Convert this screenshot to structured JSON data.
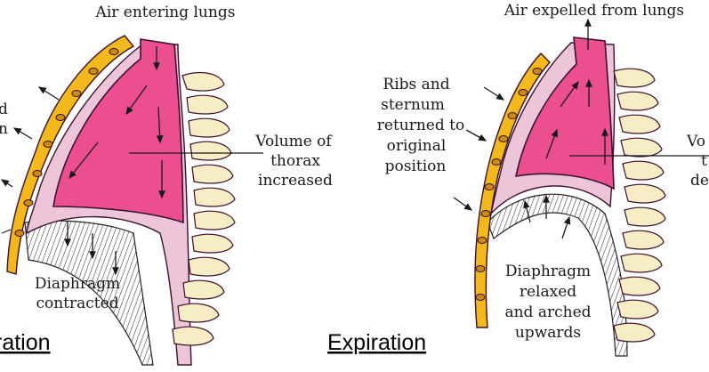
{
  "colors": {
    "lung": "#ec4f8f",
    "lung_stroke": "#3a1030",
    "pleura": "#ecc6d8",
    "rib_band": "#f2b81c",
    "rib_dot": "#c98a1a",
    "spine": "#f7edc4",
    "ink": "#1a1a1a"
  },
  "inspiration": {
    "air_label": "Air entering lungs",
    "side_label_1": "d",
    "side_label_2": "n",
    "volume_label": [
      "Volume of",
      "thorax",
      "increased"
    ],
    "diaphragm_label": [
      "Diaphragm",
      "contracted"
    ],
    "title": "ration"
  },
  "expiration": {
    "air_label": "Air expelled from lungs",
    "ribs_label": [
      "Ribs and",
      "sternum",
      "returned to",
      "original",
      "position"
    ],
    "volume_label": [
      "Vo",
      "t",
      "de"
    ],
    "diaphragm_label": [
      "Diaphragm",
      "relaxed",
      "and arched",
      "upwards"
    ],
    "title": "Expiration"
  }
}
